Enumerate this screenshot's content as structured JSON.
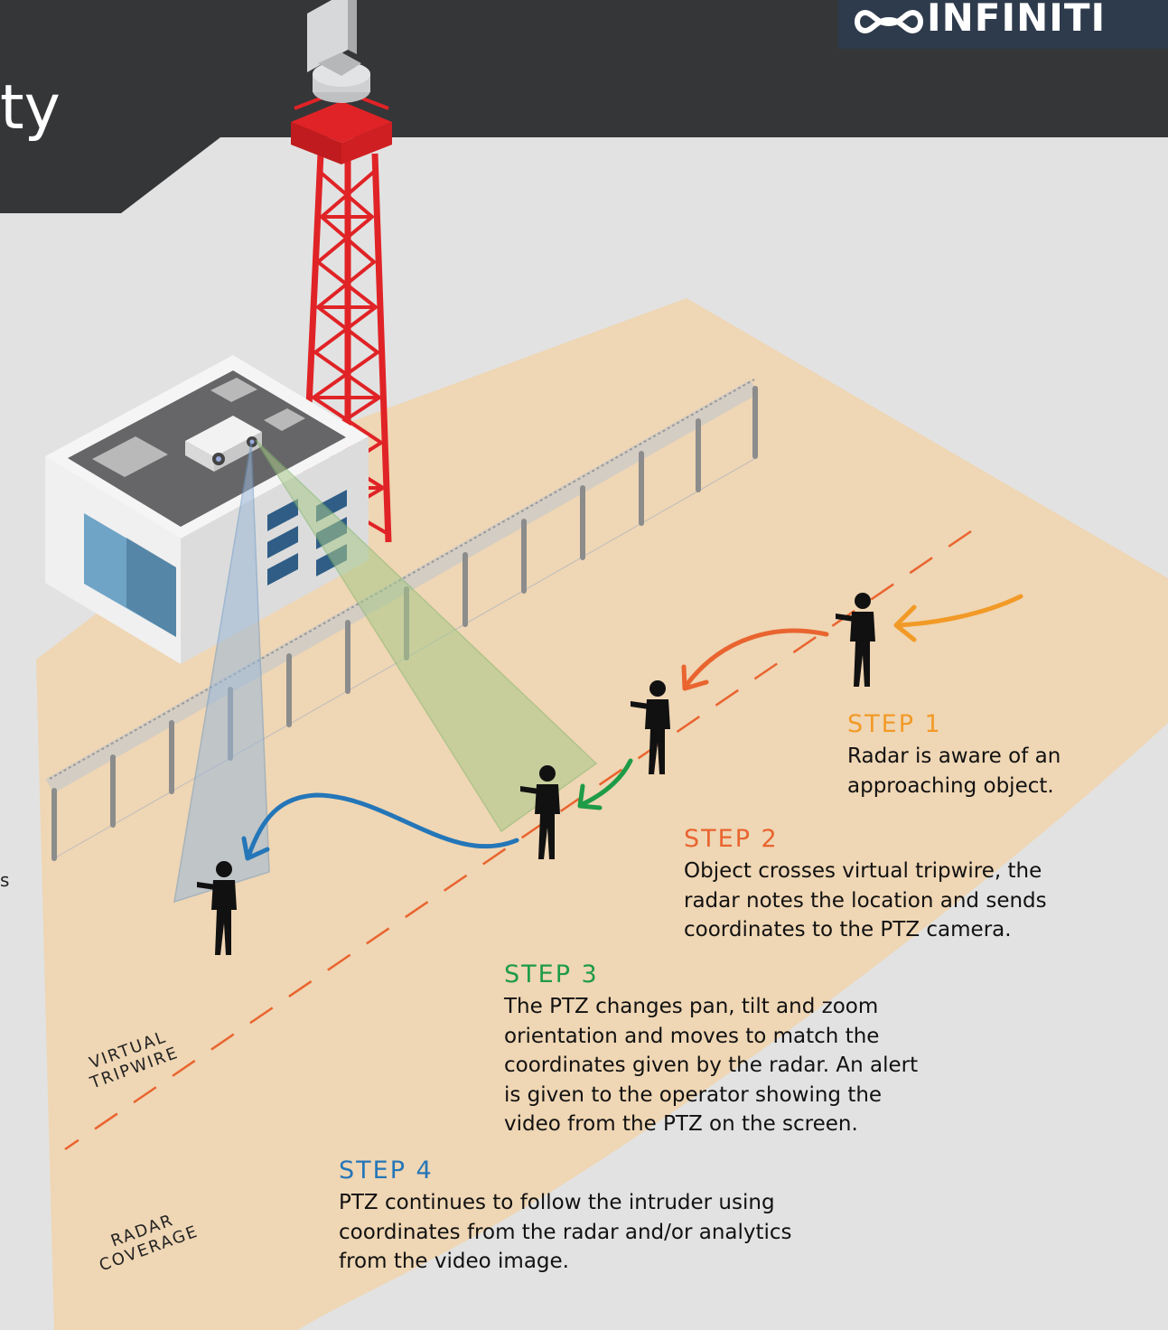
{
  "header": {
    "title_fragment": "ty",
    "logo_text": "INFINITI",
    "colors": {
      "dark": "#353638",
      "logo_bg": "#2e3b4c"
    }
  },
  "steps": [
    {
      "title": "STEP 1",
      "color": "#f29a27",
      "lines": [
        "Radar is aware of an",
        "approaching object."
      ]
    },
    {
      "title": "STEP 2",
      "color": "#e9642f",
      "lines": [
        "Object crosses virtual tripwire, the",
        "radar notes the location and sends",
        "coordinates to the PTZ camera."
      ]
    },
    {
      "title": "STEP 3",
      "color": "#1e9b46",
      "lines": [
        "The PTZ changes pan, tilt and zoom",
        "orientation and moves to match the",
        "coordinates given by the radar. An alert",
        "is given to the operator showing the",
        "video from the PTZ on the screen."
      ]
    },
    {
      "title": "STEP 4",
      "color": "#2476b8",
      "lines": [
        "PTZ continues to follow the intruder using",
        "coordinates from the radar and/or analytics",
        "from the video image."
      ]
    }
  ],
  "labels": {
    "tripwire": [
      "VIRTUAL",
      "TRIPWIRE"
    ],
    "radar_coverage": [
      "RADAR",
      "COVERAGE"
    ],
    "edge_fragment": "s"
  },
  "colors": {
    "background": "#e2e2e2",
    "coverage": "#efd6b4",
    "tripwire": "#e9642f",
    "tower": "#e02326",
    "camera_view_green": "#a8c98a",
    "camera_view_blue": "#9bb8d8"
  },
  "icons": [
    "radar-icon",
    "ptz-camera-icon",
    "intruder-figure-icon",
    "infiniti-logo-icon"
  ]
}
